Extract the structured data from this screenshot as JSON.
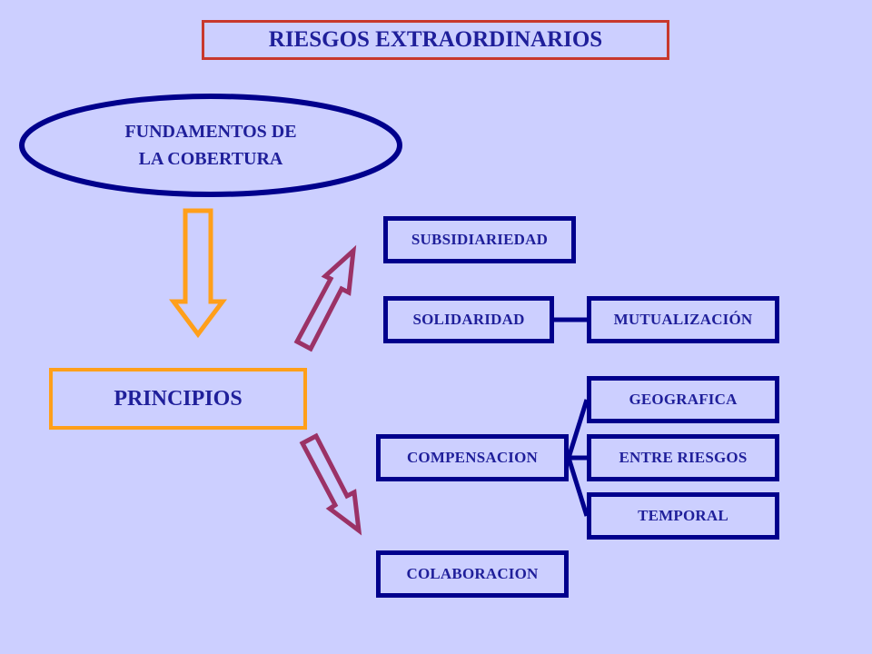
{
  "title": "RIESGOS EXTRAORDINARIOS",
  "fundamentos": {
    "line1": "FUNDAMENTOS DE",
    "line2": "LA COBERTURA"
  },
  "principios": "PRINCIPIOS",
  "nodes": {
    "subsidiariedad": "SUBSIDIARIEDAD",
    "solidaridad": "SOLIDARIDAD",
    "mutualizacion": "MUTUALIZACIÓN",
    "compensacion": "COMPENSACION",
    "geografica": "GEOGRAFICA",
    "entre_riesgos": "ENTRE RIESGOS",
    "temporal": "TEMPORAL",
    "colaboracion": "COLABORACION"
  },
  "colors": {
    "background": "#cccfff",
    "navy": "#00008c",
    "text": "#1f1f9a",
    "title_border": "#c8382d",
    "orange": "#ff9f1a",
    "arrow_purple": "#9b3266"
  }
}
